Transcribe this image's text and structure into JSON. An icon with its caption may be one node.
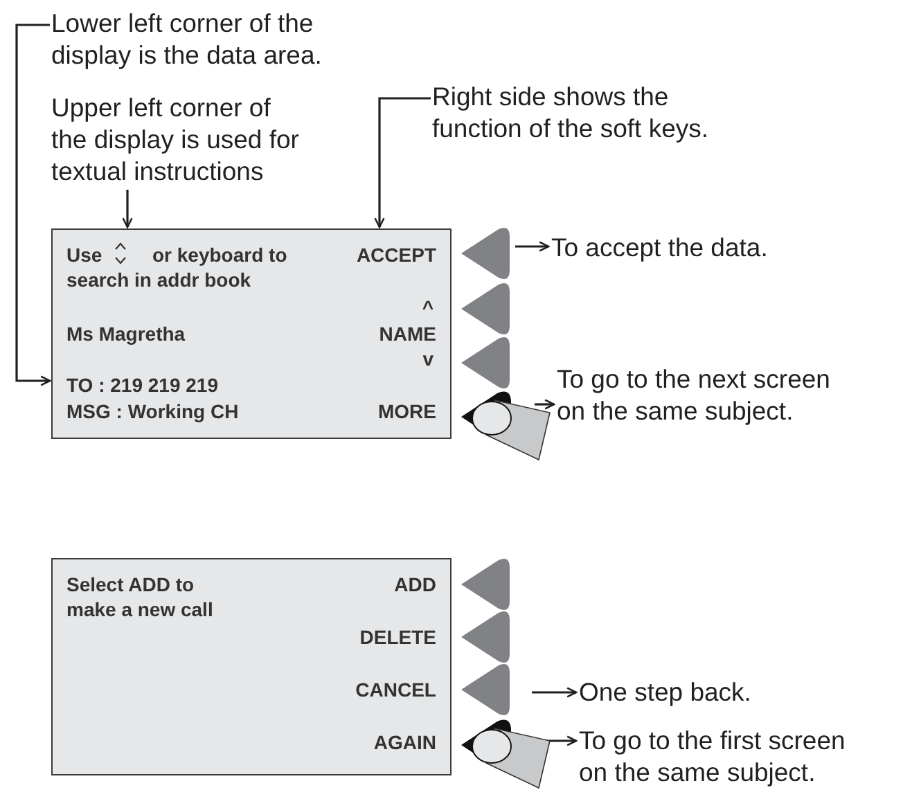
{
  "diagram": {
    "nodes": [
      {
        "text": [
          "Lower left corner of the display is the data area."
        ]
      },
      {
        "text": [
          "Upper left corner of the display is used for textual instructions"
        ]
      },
      {
        "text": [
          "Right side shows the function of the soft keys."
        ]
      },
      {
        "text": [
          "Use",
          "or keyboard to search in addr book",
          "ACCEPT",
          "^",
          "Ms Magretha",
          "NAME",
          "v",
          "TO : 219 219 219",
          "MSG : Working CH",
          "MORE"
        ]
      },
      {
        "text": [],
        "shape": "triangle"
      },
      {
        "text": [],
        "shape": "triangle"
      },
      {
        "text": [],
        "shape": "triangle"
      },
      {
        "text": [],
        "shape": "picture"
      },
      {
        "text": [
          "To accept the data."
        ]
      },
      {
        "text": [
          "To go to the next screen on the same subject."
        ]
      },
      {
        "text": [
          "Select ADD to make a new call",
          "ADD",
          "DELETE",
          "CANCEL",
          "AGAIN"
        ]
      },
      {
        "text": [],
        "shape": "triangle"
      },
      {
        "text": [],
        "shape": "triangle"
      },
      {
        "text": [],
        "shape": "triangle"
      },
      {
        "text": [],
        "shape": "picture"
      },
      {
        "text": [
          "One step back."
        ]
      },
      {
        "text": [
          "To go to the first screen on the same subject."
        ]
      }
    ],
    "edges": [
      {
        "from": 0,
        "to": 3,
        "arrow": "to"
      },
      {
        "from": 1,
        "to": 3,
        "arrow": "to"
      },
      {
        "from": 2,
        "to": 3,
        "arrow": "to"
      },
      {
        "from": 4,
        "to": 8,
        "arrow": "to"
      },
      {
        "from": 7,
        "to": 9,
        "arrow": "to"
      },
      {
        "from": 13,
        "to": 15,
        "arrow": "to"
      },
      {
        "from": 14,
        "to": 16,
        "arrow": "to"
      }
    ]
  }
}
